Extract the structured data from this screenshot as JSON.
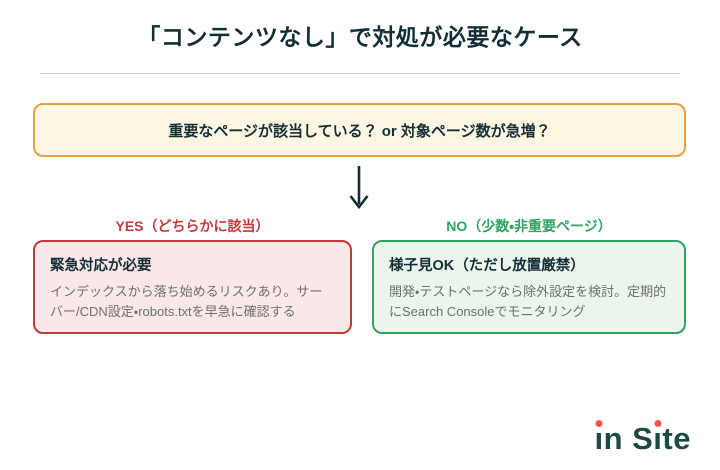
{
  "colors": {
    "ink": "#142E38",
    "divider": "#c9c9c9",
    "question_border": "#E6A23C",
    "question_bg": "#FDF6E3",
    "yes_red": "#C23B3B",
    "yes_bg": "#FAE7E8",
    "no_green": "#2FA362",
    "no_bg": "#EAF5EC",
    "body_text": "#6F6F6F",
    "logo_teal": "#1E4B41",
    "logo_dot": "#F2544F"
  },
  "title": "「コンテンツなし」で対処が必要なケース",
  "question": {
    "text": "重要なページが該当している？ or 対象ページ数が急増？"
  },
  "branches": {
    "yes": {
      "label": "YES（どちらかに該当）",
      "card_title": "緊急対応が必要",
      "card_body": "インデックスから落ち始めるリスクあり。サーバー/CDN設定・robots.txtを早急に確認する"
    },
    "no": {
      "label": "NO（少数・非重要ページ）",
      "card_title": "様子見OK（ただし放置厳禁）",
      "card_body": "開発・テストページなら除外設定を検討。定期的にSearch Consoleでモニタリング"
    }
  },
  "logo": {
    "name": "in Site",
    "seg_i1": "ı",
    "seg_mid": "n S",
    "seg_i2": "ı",
    "seg_end": "te"
  }
}
